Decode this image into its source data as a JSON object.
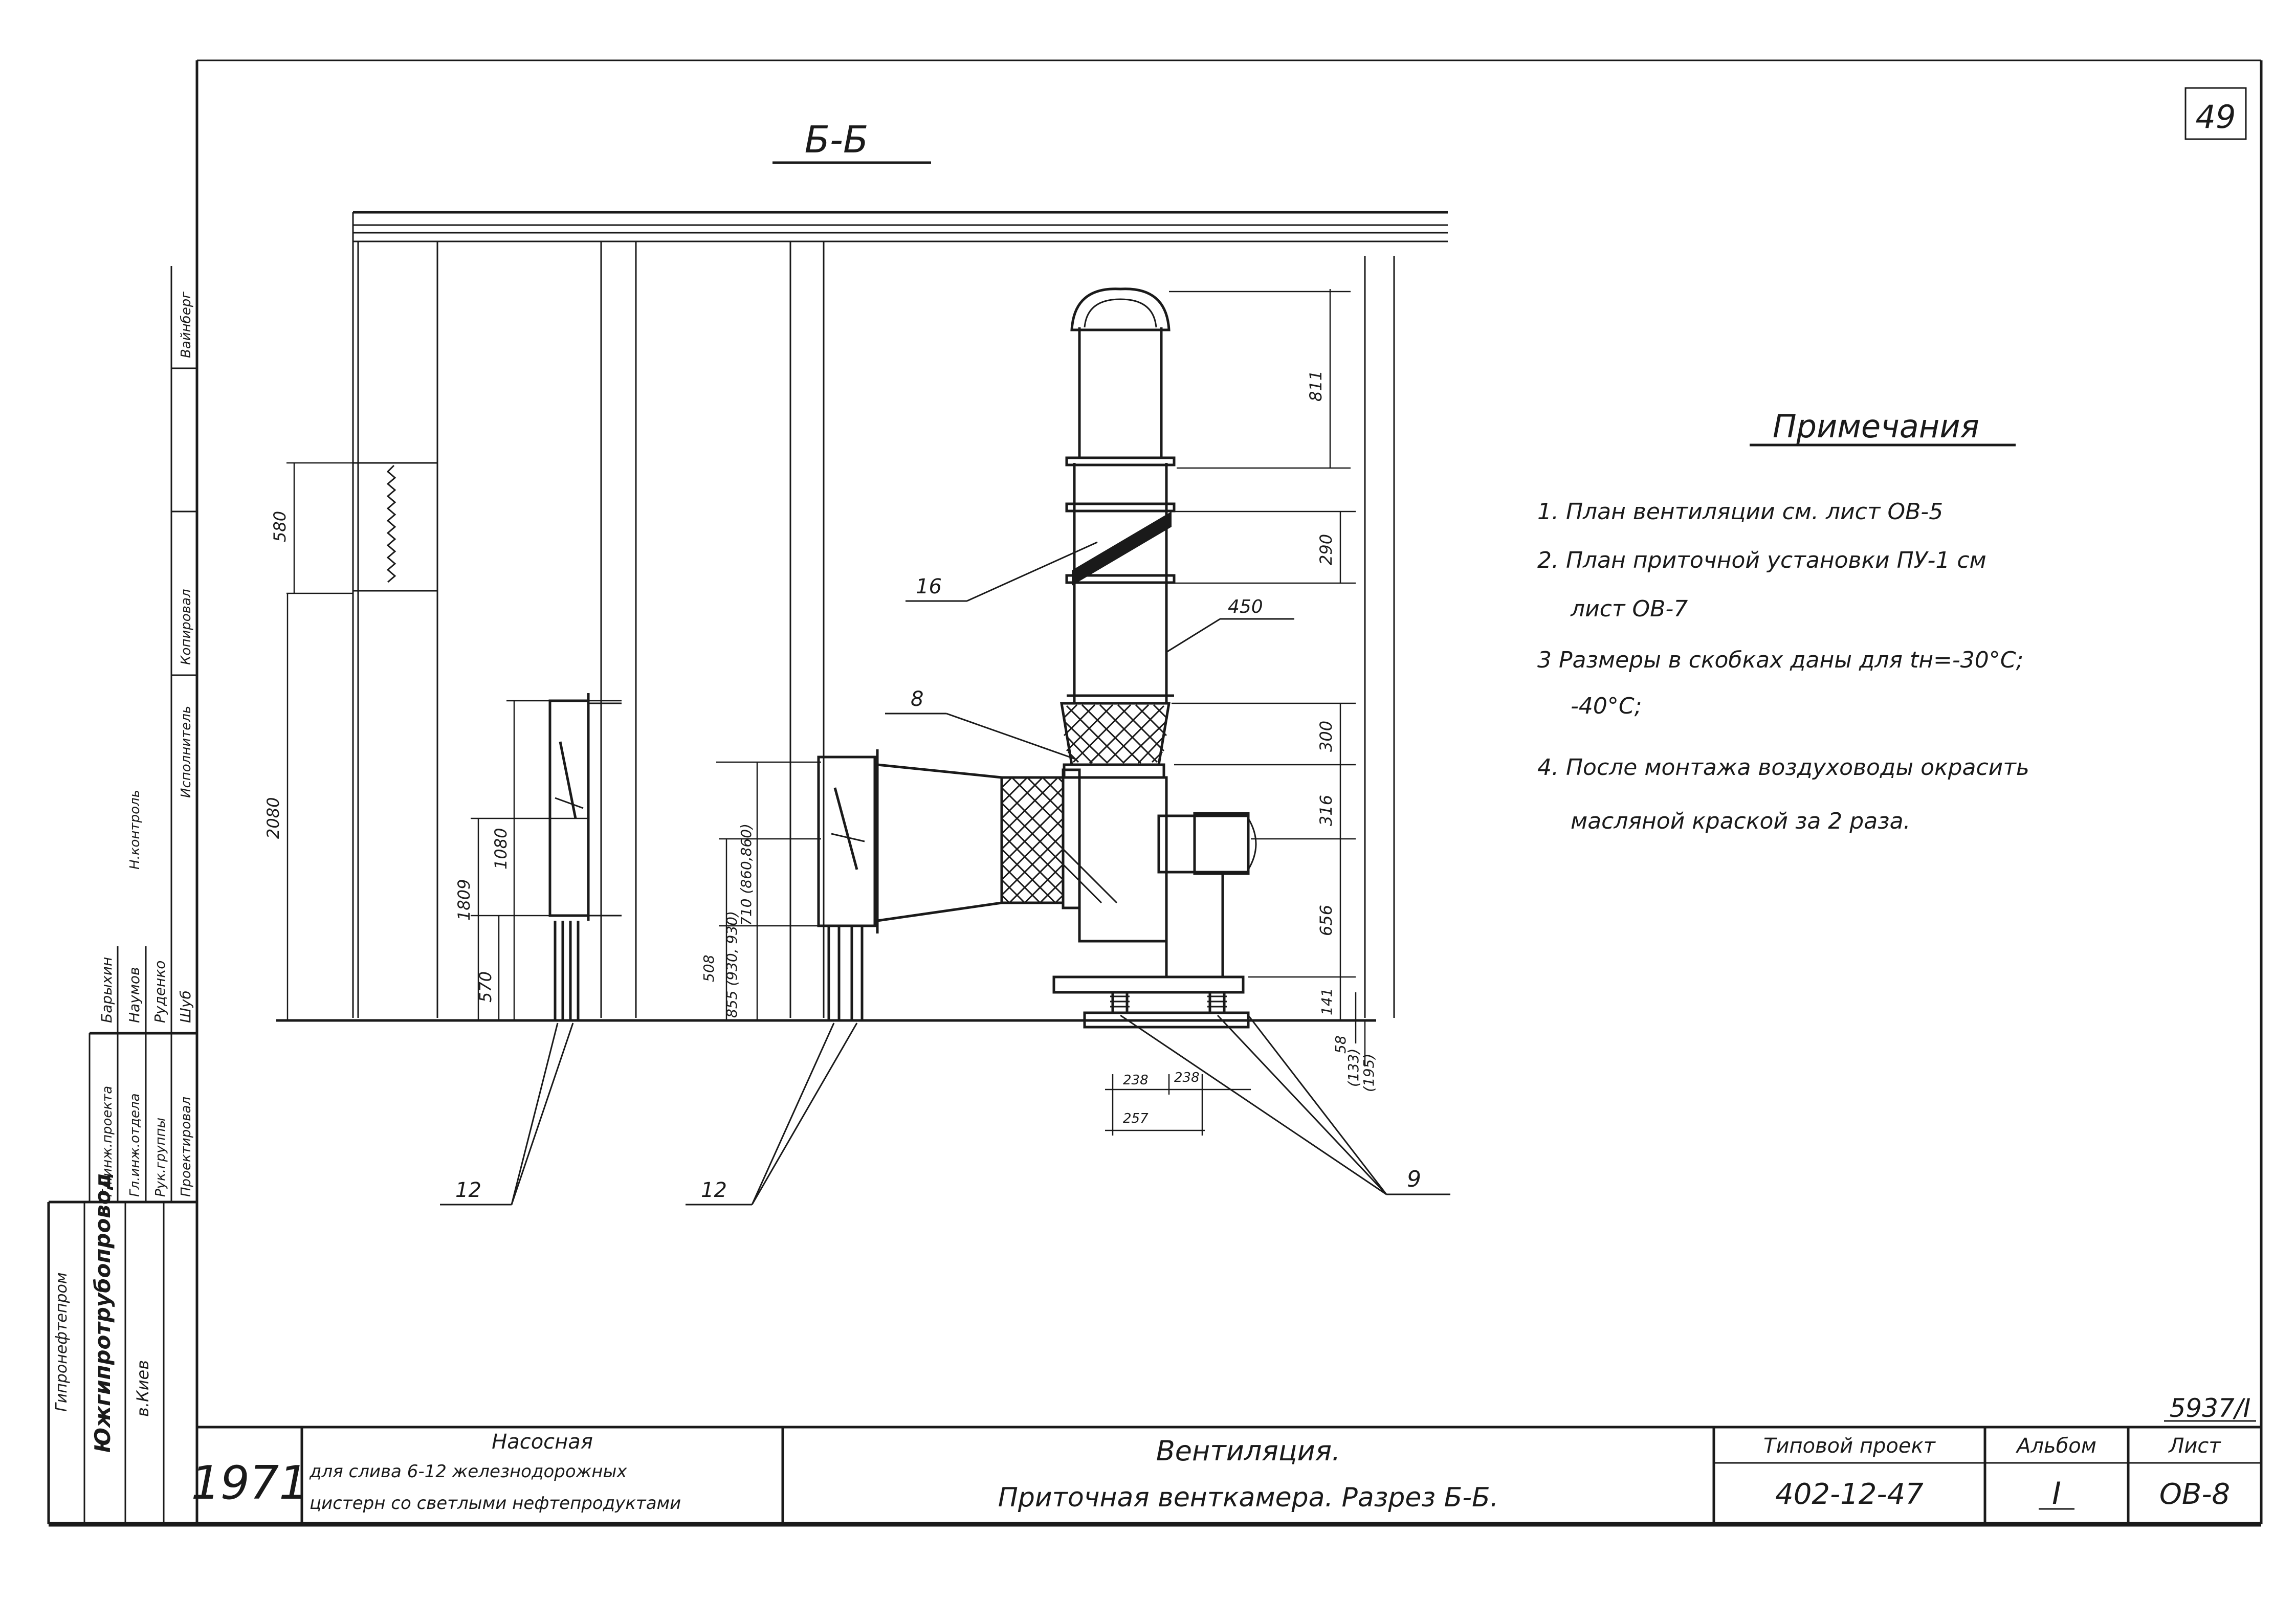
{
  "sheet": {
    "page_number": "49",
    "section_title": "Б-Б",
    "archive_number": "5937/I"
  },
  "notes": {
    "heading": "Примечания",
    "items": [
      "1. План вентиляции см. лист ОВ-5",
      "2. План приточной установки ПУ-1 см",
      "лист ОВ-7",
      "3 Размеры в скобках даны для tн=-30°C;",
      "-40°C;",
      "4. После монтажа воздуховоды окрасить",
      "масляной краской за 2 раза."
    ]
  },
  "callouts": {
    "c16": "16",
    "c450": "450",
    "c8": "8",
    "c9": "9",
    "c12a": "12",
    "c12b": "12"
  },
  "dimensions": {
    "d811": "811",
    "d290": "290",
    "d300": "300",
    "d316": "316",
    "d656": "656",
    "d141": "141",
    "d58": "58",
    "d133": "(133)",
    "d195": "(195)",
    "d580": "580",
    "d2080": "2080",
    "d1080": "1080",
    "d1809": "1809",
    "d570": "570",
    "d710": "710 (860,860)",
    "d508": "508",
    "d855": "855 (930, 930)",
    "d238a": "238",
    "d238b": "238",
    "d257": "257"
  },
  "title_block": {
    "year": "1971",
    "object_line1": "Насосная",
    "object_line2": "для слива 6-12 железнодорожных",
    "object_line3": "цистерн со светлыми нефтепродуктами",
    "title_line1": "Вентиляция.",
    "title_line2": "Приточная венткамера. Разрез Б-Б.",
    "project_label": "Типовой проект",
    "project_value": "402-12-47",
    "album_label": "Альбом",
    "album_value": "I",
    "sheet_label": "Лист",
    "sheet_value": "ОВ-8"
  },
  "side_stamp": {
    "org1": "Гипронефтепром",
    "org2": "Южгипротрубопровод",
    "city": "в.Киев",
    "role1": "Гл.инж.проекта",
    "role2": "Гл.инж.отдела",
    "role3": "Рук.группы",
    "role4": "Проектировал",
    "name1": "Барыхин",
    "name2": "Наумов",
    "name3": "Руденко",
    "name4": "Шуб",
    "ctrl1": "Н.контроль",
    "ctrl2": "Исполнитель",
    "ctrl3": "Копировал",
    "ctrl4": "Вайнберг"
  }
}
